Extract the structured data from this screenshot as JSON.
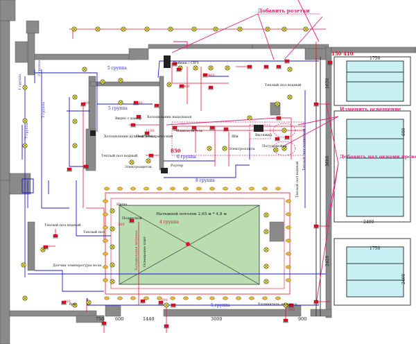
{
  "colors": {
    "wall": "#8a8a8a",
    "red": "#e0102a",
    "blue": "#1a1ac8",
    "magenta": "#e0207a",
    "lamp_fill": "#f2e63a",
    "ceiling_green": "#b9dcb0",
    "window_fill": "#c8f0f4"
  },
  "icons": {
    "lamp": "lamp-icon",
    "socket": "socket-icon"
  },
  "annotations": {
    "add_sockets": "Добавить розетки",
    "change_lighting": "Изменить освещение",
    "add_curtain_wire": "Добавить над окнами провод для рулонных шторы с пультом"
  },
  "ceiling": {
    "label": "Натяжной потолок 2,65 м * 4,8 м"
  },
  "dimensions": {
    "d150_410": "150 410",
    "d1750_top": "1750",
    "d1650": "1650",
    "d600": "600",
    "d3600": "3600",
    "d2400": "2400",
    "d1750_bottom": "1750",
    "d2420": "2420",
    "d2400_side": "2400",
    "d750": "750",
    "d600_bottom": "600",
    "d1440": "1440",
    "d3000": "3000",
    "d900": "900",
    "d850": "850"
  },
  "groups": {
    "g5_top": "5 группа",
    "g5_mid": "5 группа",
    "g6": "6 группа",
    "g8": "8 группа",
    "g4": "4 группа",
    "g5_bottom": "5 группа",
    "g1_left": "1 группа",
    "g3_left": "3 группа",
    "g2_left": "2 группа",
    "g7_left": "7 группа"
  },
  "labels": {
    "kitchen_small": "Чайник / СВЧ",
    "heated_floor_top": "Теплый пол водный",
    "coffee": "Видео с камер",
    "fridge": "Холодильник напольная",
    "cabinet": "Холодильник-духовой электрический",
    "induction": "Подсветка",
    "heated_floor_mid": "Теплый пол водный",
    "electro_panel": "Электрощиток",
    "garbage": "Измельчитель",
    "shm": "Шм",
    "dishwasher": "Посудомойка",
    "electro_stove": "Электроплита",
    "hood": "Вытяжка",
    "heated_floor_right": "Теплый пол водный",
    "heated_floor_left": "Теплый пол водный",
    "thermostat": "Датчик температуры пола",
    "under_window": "Подвесной",
    "electric_heater": "Теплый пол",
    "router": "Роутер",
    "niche": "Ниша",
    "ext_bottom_right": "Удлинитель на выход",
    "vert_left": "Холодильная витрина",
    "vert_right": "Теплый пол подвесной",
    "vert_mid": "Освещение плит",
    "wall_lamp": "бра"
  },
  "heights": {
    "h200": "200",
    "h900": "900",
    "h1100": "1100",
    "h300": "300"
  }
}
